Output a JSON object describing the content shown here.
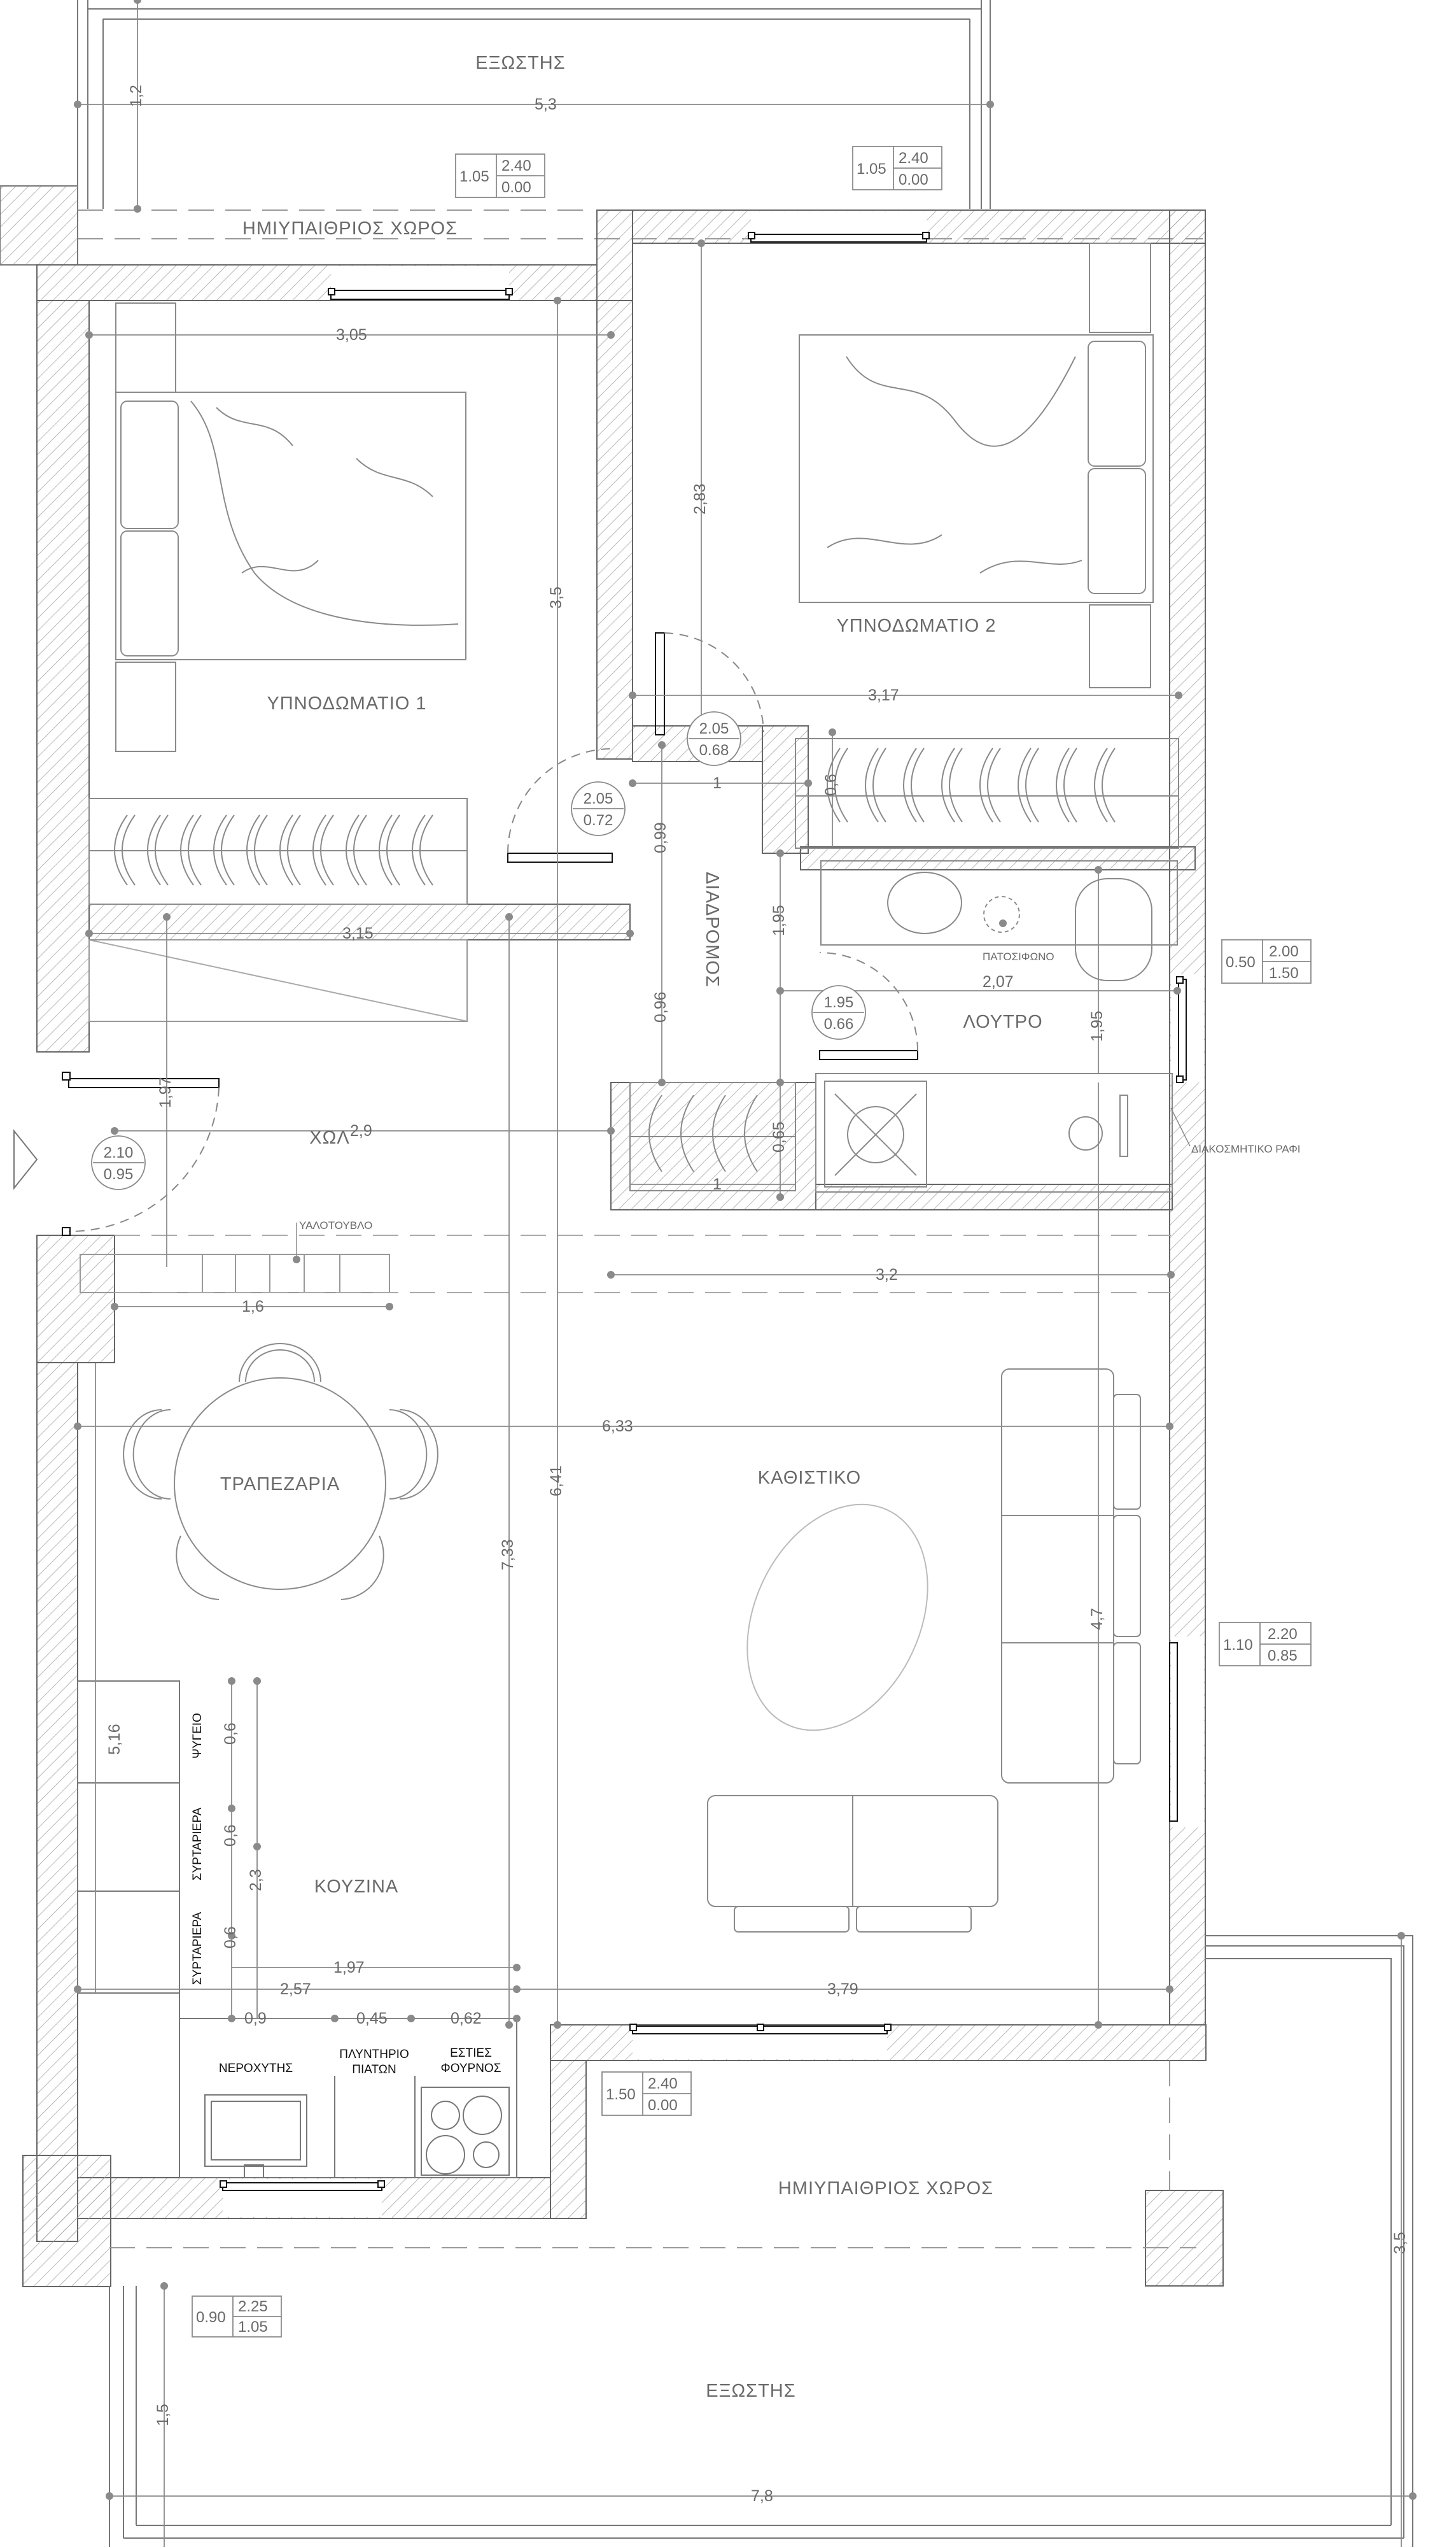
{
  "rooms": {
    "balcony_top": "ΕΞΩΣΤΗΣ",
    "semi_top": "ΗΜΙΥΠΑΙΘΡΙΟΣ ΧΩΡΟΣ",
    "bedroom1": "ΥΠΝΟΔΩΜΑΤΙΟ 1",
    "bedroom2": "ΥΠΝΟΔΩΜΑΤΙΟ 2",
    "corridor": "ΔΙΑΔΡΟΜΟΣ",
    "bathroom": "ΛΟΥΤΡΟ",
    "hall": "ΧΩΛ",
    "dining": "ΤΡΑΠΕΖΑΡΙΑ",
    "living": "ΚΑΘΙΣΤΙΚΟ",
    "kitchen": "ΚΟΥΖΙΝΑ",
    "semi_bottom": "ΗΜΙΥΠΑΙΘΡΙΟΣ ΧΩΡΟΣ",
    "balcony_bottom": "ΕΞΩΣΤΗΣ"
  },
  "labels": {
    "glass_brick": "ΥΑΛΟΤΟΥΒΛΟ",
    "shower_tray": "ΠΑΤΟΣΙΦΩΝΟ",
    "decor_shelf": "ΔΙΑΚΟΣΜΗΤΙΚΟ ΡΑΦΙ",
    "fridge": "ΨΥΓΕΙΟ",
    "drawers1": "ΣΥΡΤΑΡΙΕΡΑ",
    "drawers2": "ΣΥΡΤΑΡΙΕΡΑ",
    "sink": "ΝΕΡΟΧΥΤΗΣ",
    "dishwasher1": "ΠΛΥΝΤΗΡΙΟ",
    "dishwasher2": "ΠΙΑΤΩΝ",
    "hob1": "ΕΣΤΙΕΣ",
    "hob2": "ΦΟΥΡΝΟΣ"
  },
  "dims": {
    "d_5_3": "5,3",
    "d_1_2": "1,2",
    "d_3_05": "3,05",
    "d_3_5": "3,5",
    "d_2_83": "2,83",
    "d_3_17": "3,17",
    "d_0_6a": "0,6",
    "d_1a": "1",
    "d_0_99": "0,99",
    "d_1_95a": "1,95",
    "d_3_15": "3,15",
    "d_2_07": "2,07",
    "d_1_95b": "1,95",
    "d_0_96": "0,96",
    "d_1_97a": "1,97",
    "d_2_9": "2,9",
    "d_0_65": "0,65",
    "d_1b": "1",
    "d_3_2": "3,2",
    "d_1_6": "1,6",
    "d_6_33": "6,33",
    "d_6_41": "6,41",
    "d_7_33": "7,33",
    "d_4_7": "4,7",
    "d_5_16": "5,16",
    "d_0_6b": "0,6",
    "d_0_6c": "0,6",
    "d_0_6d": "0,6",
    "d_2_3": "2,3",
    "d_1_97b": "1,97",
    "d_2_57": "2,57",
    "d_3_79": "3,79",
    "d_0_9": "0,9",
    "d_0_45": "0,45",
    "d_0_62": "0,62",
    "d_3_5b": "3,5",
    "d_1_5": "1,5",
    "d_7_8": "7,8"
  },
  "openings": {
    "o1": {
      "a": "1.05",
      "b": "2.40",
      "c": "0.00"
    },
    "o2": {
      "a": "1.05",
      "b": "2.40",
      "c": "0.00"
    },
    "o3": {
      "b": "2.05",
      "c": "0.68"
    },
    "o4": {
      "b": "2.05",
      "c": "0.72"
    },
    "o5": {
      "a": "0.50",
      "b": "2.00",
      "c": "1.50"
    },
    "o6": {
      "b": "1.95",
      "c": "0.66"
    },
    "o7": {
      "b": "2.10",
      "c": "0.95"
    },
    "o8": {
      "a": "1.10",
      "b": "2.20",
      "c": "0.85"
    },
    "o9": {
      "a": "1.50",
      "b": "2.40",
      "c": "0.00"
    },
    "o10": {
      "a": "0.90",
      "b": "2.25",
      "c": "1.05"
    }
  },
  "colors": {
    "line": "#555555",
    "thin": "#8a8a8a",
    "hatch": "#9a9a9a",
    "text": "#6a6a6a"
  }
}
